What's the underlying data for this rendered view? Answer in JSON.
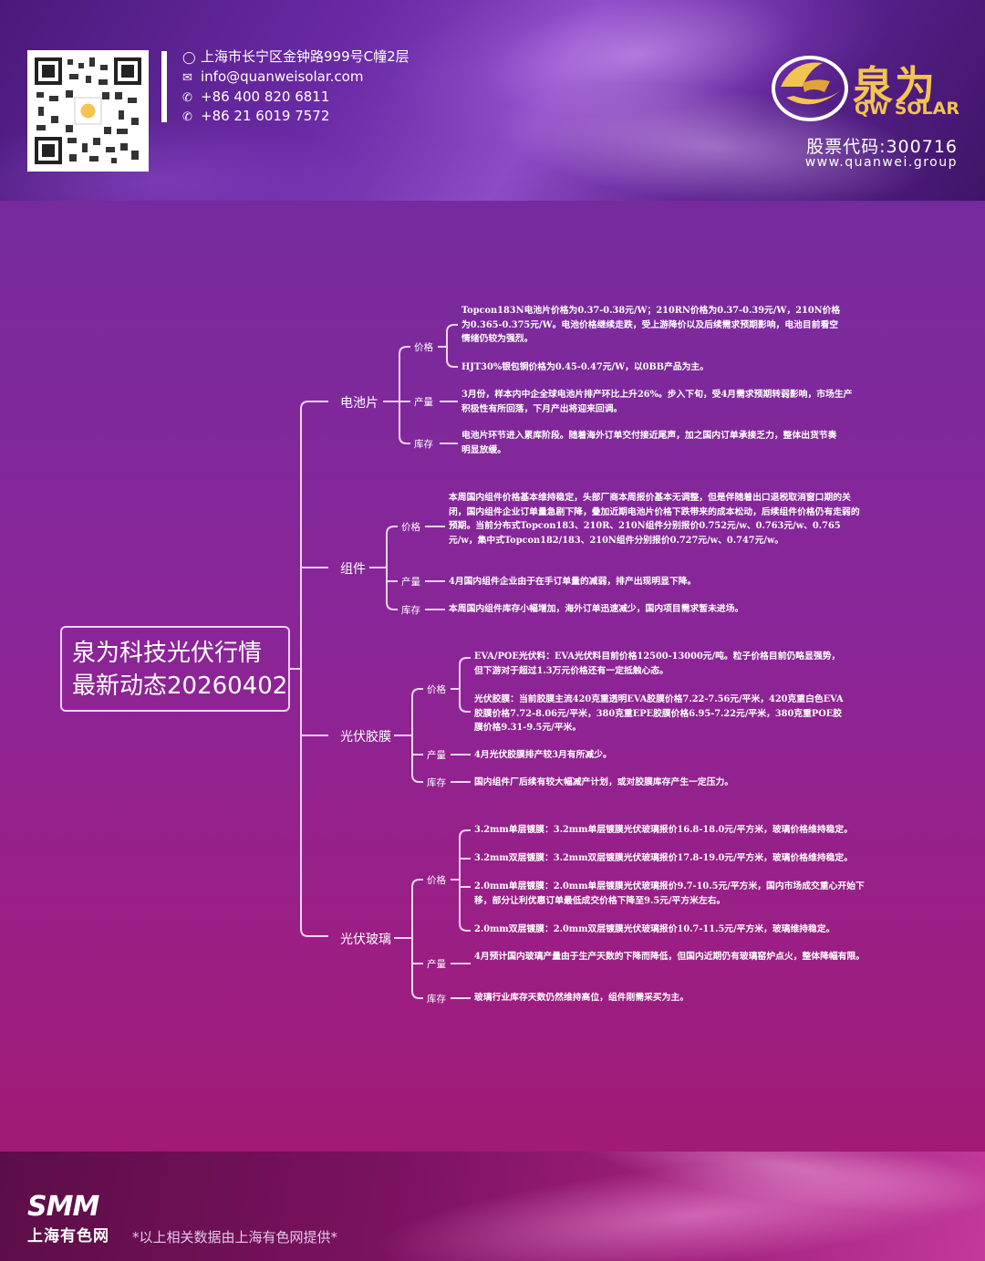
{
  "header": {
    "address": "上海市长宁区金钟路999号C幢2层",
    "email": "info@quanweisolar.com",
    "phone1": "+86 400 820 6811",
    "phone2": "+86 21 6019 7572",
    "brand_cn": "泉为",
    "brand_en": "QW SOLAR",
    "stock_code": "股票代码:300716",
    "website": "www.quanwei.group",
    "icons": [
      "location-icon",
      "mail-icon",
      "phone-icon",
      "phone-icon"
    ]
  },
  "root": {
    "line1": "泉为科技光伏行情",
    "line2": "最新动态20260402"
  },
  "branches": [
    {
      "name": "电池片",
      "subs": [
        {
          "label": "价格",
          "items": [
            "Topcon183N电池片价格为0.37-0.38元/W；210RN价格为0.37-0.39元/W，210N价格为0.365-0.375元/W。电池价格继续走跌，受上游降价以及后续需求预期影响，电池目前看空情绪仍较为强烈。",
            "HJT30%银包铜价格为0.45-0.47元/W，以0BB产品为主。"
          ]
        },
        {
          "label": "产量",
          "items": [
            "3月份，样本内中企全球电池片排产环比上升26%。步入下旬，受4月需求预期转弱影响，市场生产积极性有所回落，下月产出将迎来回调。"
          ]
        },
        {
          "label": "库存",
          "items": [
            "电池片环节进入累库阶段。随着海外订单交付接近尾声，加之国内订单承接乏力，整体出货节奏明显放缓。"
          ]
        }
      ]
    },
    {
      "name": "组件",
      "subs": [
        {
          "label": "价格",
          "items": [
            "本周国内组件价格基本维持稳定，头部厂商本周报价基本无调整，但是伴随着出口退税取消窗口期的关闭，国内组件企业订单量急剧下降，叠加近期电池片价格下跌带来的成本松动，后续组件价格仍有走弱的预期。当前分布式Topcon183、210R、210N组件分别报价0.752元/w、0.763元/w、0.765元/w，集中式Topcon182/183、210N组件分别报价0.727元/w、0.747元/w。"
          ]
        },
        {
          "label": "产量",
          "items": [
            "4月国内组件企业由于在手订单量的减弱，排产出现明显下降。"
          ]
        },
        {
          "label": "库存",
          "items": [
            "本周国内组件库存小幅增加，海外订单迅速减少，国内项目需求暂未进场。"
          ]
        }
      ]
    },
    {
      "name": "光伏胶膜",
      "subs": [
        {
          "label": "价格",
          "items": [
            "EVA/POE光伏料：EVA光伏料目前价格12500-13000元/吨。粒子价格目前仍略显强势，但下游对于超过1.3万元价格还有一定抵触心态。",
            "光伏胶膜：当前胶膜主流420克重透明EVA胶膜价格7.22-7.56元/平米，420克重白色EVA胶膜价格7.72-8.06元/平米，380克重EPE胶膜价格6.95-7.22元/平米，380克重POE胶膜价格9.31-9.5元/平米。"
          ]
        },
        {
          "label": "产量",
          "items": [
            "4月光伏胶膜排产较3月有所减少。"
          ]
        },
        {
          "label": "库存",
          "items": [
            "国内组件厂后续有较大幅减产计划，或对胶膜库存产生一定压力。"
          ]
        }
      ]
    },
    {
      "name": "光伏玻璃",
      "subs": [
        {
          "label": "价格",
          "items": [
            "3.2mm单层镀膜：3.2mm单层镀膜光伏玻璃报价16.8-18.0元/平方米，玻璃价格维持稳定。",
            "3.2mm双层镀膜：3.2mm双层镀膜光伏玻璃报价17.8-19.0元/平方米，玻璃价格维持稳定。",
            "2.0mm单层镀膜：2.0mm单层镀膜光伏玻璃报价9.7-10.5元/平方米，国内市场成交重心开始下移，部分让利优惠订单最低成交价格下降至9.5元/平方米左右。",
            "2.0mm双层镀膜：2.0mm双层镀膜光伏玻璃报价10.7-11.5元/平方米，玻璃维持稳定。"
          ]
        },
        {
          "label": "产量",
          "items": [
            "4月预计国内玻璃产量由于生产天数的下降而降低，但国内近期仍有玻璃窑炉点火，整体降幅有限。"
          ]
        },
        {
          "label": "库存",
          "items": [
            "玻璃行业库存天数仍然维持高位，组件刚需采买为主。"
          ]
        }
      ]
    }
  ],
  "footer": {
    "smm_logo": "SMM",
    "smm_cn": "上海有色网",
    "credit": "*以上相关数据由上海有色网提供*"
  },
  "colors": {
    "line": "#f3d4f7",
    "brand_gold": "#f2c451"
  }
}
